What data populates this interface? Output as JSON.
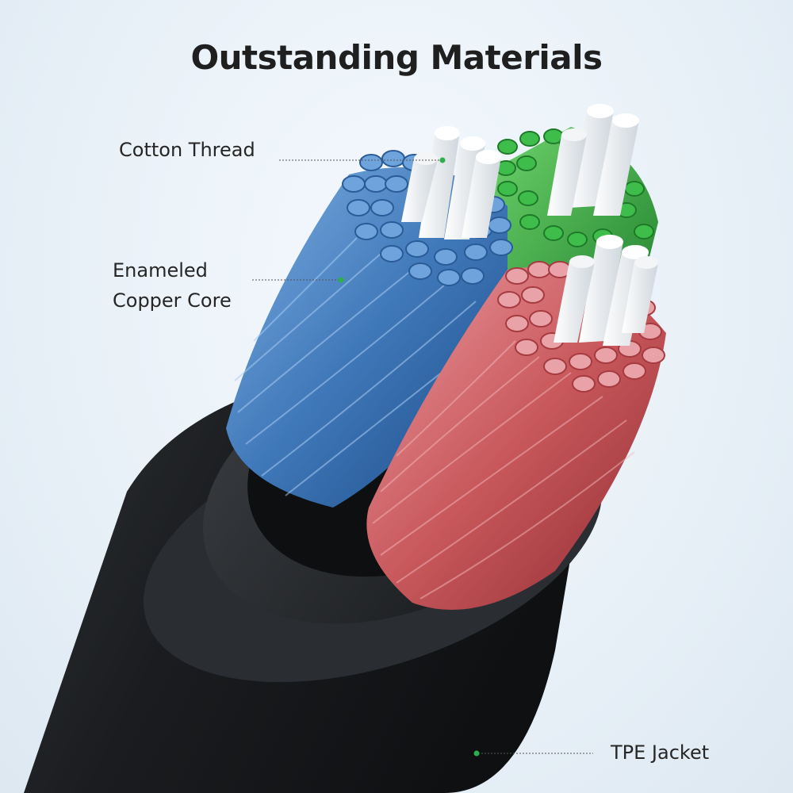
{
  "title": "Outstanding Materials",
  "labels": {
    "cotton_thread": "Cotton Thread",
    "copper_line1": "Enameled",
    "copper_line2": "Copper Core",
    "tpe_jacket": "TPE Jacket"
  },
  "colors": {
    "accent": "#2bb04a",
    "blue_core": "#3f78b9",
    "red_core": "#c8585c",
    "green_core": "#2f9e3c",
    "jacket": "#1e2023"
  }
}
